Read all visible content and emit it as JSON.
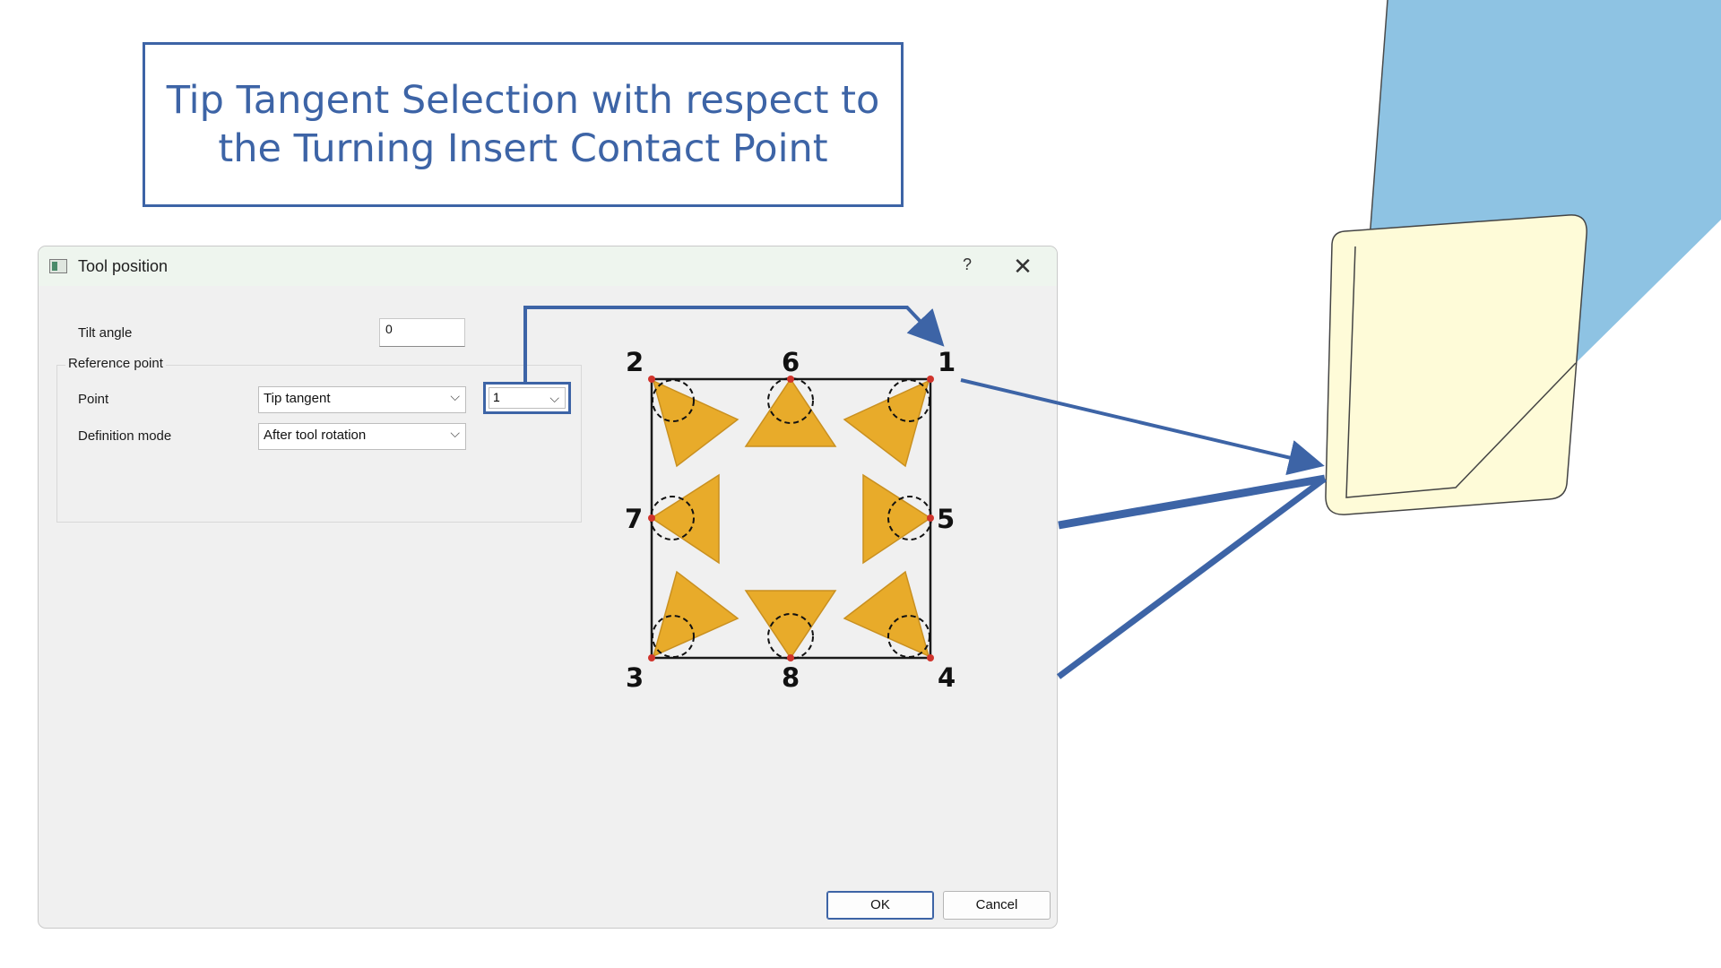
{
  "slide": {
    "title_line1": "Tip Tangent Selection with respect to",
    "title_line2": "the Turning Insert Contact Point"
  },
  "dialog": {
    "title": "Tool position",
    "help_label": "?",
    "close_label": "✕",
    "tilt_angle": {
      "label": "Tilt angle",
      "value": "0"
    },
    "reference_point": {
      "group_label": "Reference point",
      "point": {
        "label": "Point",
        "selected": "Tip tangent"
      },
      "tip_index": {
        "selected": "1"
      },
      "definition_mode": {
        "label": "Definition mode",
        "selected": "After tool rotation"
      }
    },
    "ok_label": "OK",
    "cancel_label": "Cancel"
  },
  "diagram": {
    "numbers": [
      "2",
      "6",
      "1",
      "7",
      "5",
      "3",
      "8",
      "4"
    ],
    "colors": {
      "insert_fill": "#e8ab2a",
      "point_marker": "#d0342c",
      "accent": "#3d64a6",
      "tool_body": "#8ec3e3",
      "insert_plate": "#fefbd8"
    }
  }
}
